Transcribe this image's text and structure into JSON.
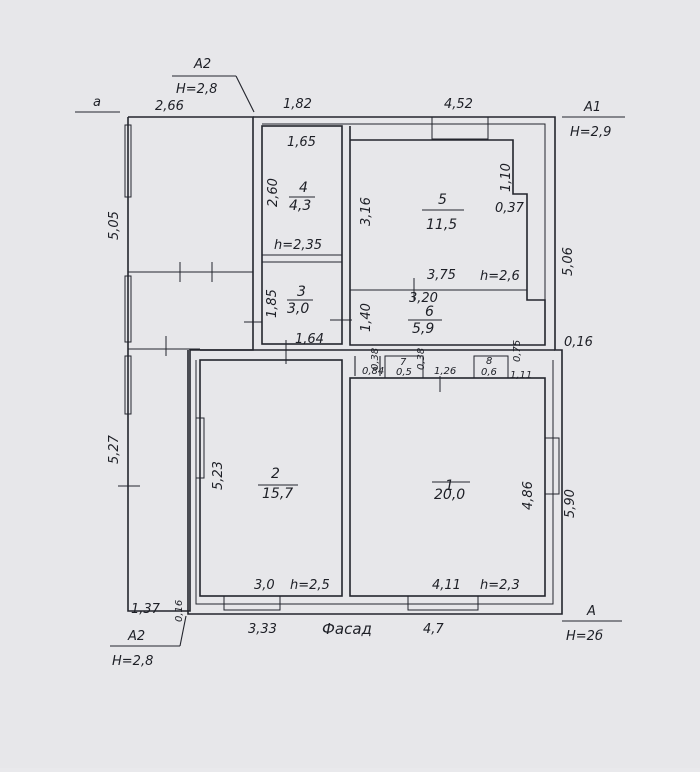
{
  "axis_labels": {
    "a_left": "a",
    "a2_top": "A2",
    "h_a2_top": "H=2,8",
    "a1": "A1",
    "h_a1": "H=2,9",
    "a_right": "A",
    "h_a_right": "H=2б",
    "a2_bottom": "A2",
    "h_a2_bottom": "H=2,8"
  },
  "dimensions": {
    "top_266": "2,66",
    "top_182": "1,82",
    "top_452": "4,52",
    "left_505": "5,05",
    "left_527": "5,27",
    "d_165": "1,65",
    "d_260": "2,60",
    "d_316": "3,16",
    "d_110": "1,10",
    "d_037": "0,37",
    "d_506": "5,06",
    "d_375": "3,75",
    "d_320": "3,20",
    "d_185": "1,85",
    "d_140": "1,40",
    "d_164": "1,64",
    "d_016": "0,16",
    "d_038": "0,38",
    "d_084": "0,84",
    "d_038b": "0,38",
    "d_126": "1,26",
    "d_075": "0,75",
    "d_111": "1,11",
    "d_523": "5,23",
    "d_486": "4,86",
    "d_590": "5,90",
    "d_30": "3,0",
    "d_411": "4,11",
    "d_137": "1,37",
    "d_016b": "0,16",
    "d_333": "3,33",
    "d_47": "4,7"
  },
  "heights": {
    "h_235": "h=2,35",
    "h_26": "h=2,6",
    "h_25": "h=2,5",
    "h_23": "h=2,3"
  },
  "rooms": [
    {
      "num": "1",
      "area": "20,0"
    },
    {
      "num": "2",
      "area": "15,7"
    },
    {
      "num": "3",
      "area": "3,0"
    },
    {
      "num": "4",
      "area": "4,3"
    },
    {
      "num": "5",
      "area": "11,5"
    },
    {
      "num": "6",
      "area": "5,9"
    },
    {
      "num": "7",
      "area": "0,5"
    },
    {
      "num": "8",
      "area": "0,6"
    }
  ],
  "facade_label": "Фасад"
}
